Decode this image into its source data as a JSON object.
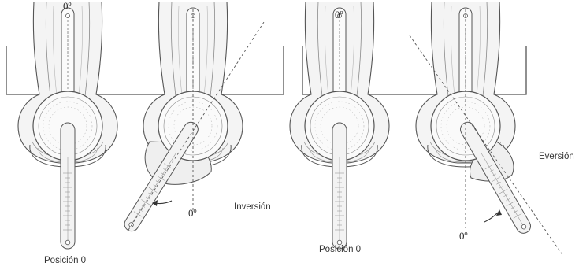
{
  "labels": {
    "zero_1": "0º",
    "zero_2": "0º",
    "zero_3": "0º",
    "zero_4": "0º",
    "posicion_left": "Posición 0",
    "posicion_right": "Posición 0",
    "inversion": "Inversión",
    "eversion": "Eversión"
  },
  "colors": {
    "line": "#555555",
    "fill": "#f3f3f3",
    "shade": "#e2e2e2",
    "background": "#ffffff"
  }
}
